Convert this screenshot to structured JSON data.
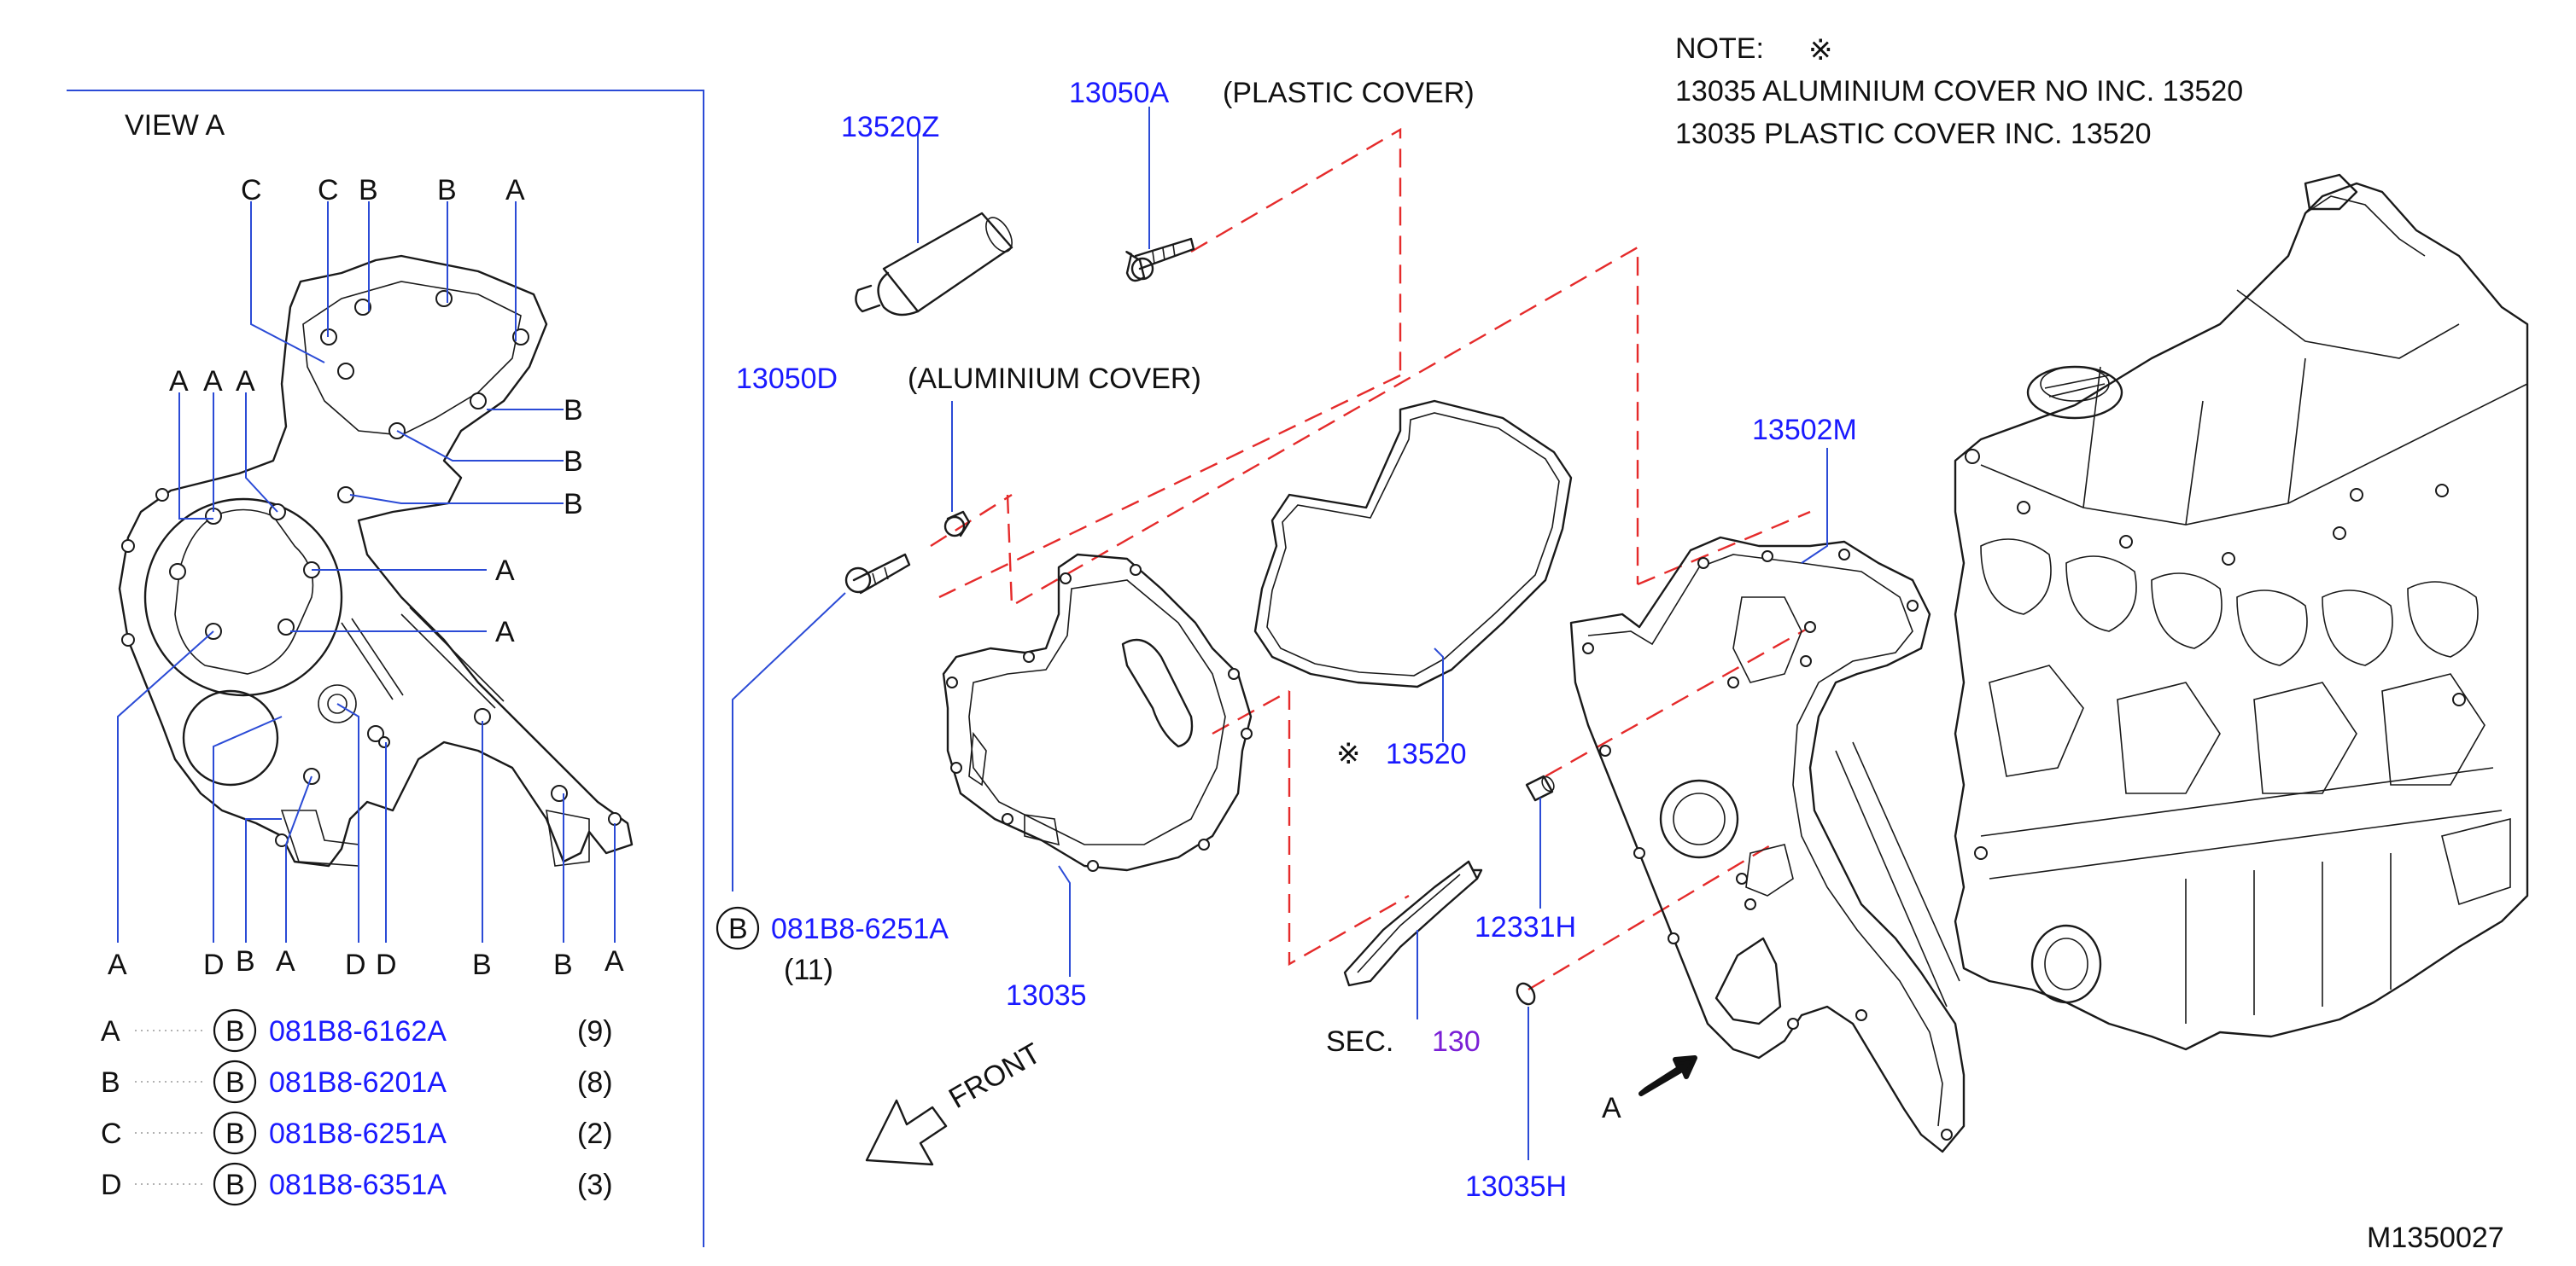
{
  "view": {
    "title": "VIEW  A",
    "letters_top": [
      "C",
      "C",
      "B",
      "B",
      "A"
    ],
    "letters_left": [
      "A",
      "A",
      "A"
    ],
    "letters_right": [
      "B",
      "B",
      "B",
      "A",
      "A"
    ],
    "letters_bottom": [
      "A",
      "D",
      "B",
      "A",
      "D",
      "D",
      "B",
      "B",
      "A"
    ]
  },
  "legend": {
    "rows": [
      {
        "letter": "A",
        "circle": "B",
        "part": "081B8-6162A",
        "qty": "(9)"
      },
      {
        "letter": "B",
        "circle": "B",
        "part": "081B8-6201A",
        "qty": "(8)"
      },
      {
        "letter": "C",
        "circle": "B",
        "part": "081B8-6251A",
        "qty": "(2)"
      },
      {
        "letter": "D",
        "circle": "B",
        "part": "081B8-6351A",
        "qty": "(3)"
      }
    ]
  },
  "note": {
    "title": "NOTE:",
    "symbol": "※",
    "line1": "13035   ALUMINIUM   COVER   NO   INC.   13520",
    "line2": "13035   PLASTIC   COVER   INC.   13520"
  },
  "parts": {
    "p13520Z": "13520Z",
    "p13050A": "13050A",
    "plastic_cover": "(PLASTIC   COVER)",
    "p13050D": "13050D",
    "aluminium_cover": "(ALUMINIUM   COVER)",
    "p13502M": "13502M",
    "p13520_symbol": "※",
    "p13520": "13520",
    "bolt_circle": "B",
    "bolt_part": "081B8-6251A",
    "bolt_qty": "(11)",
    "p13035": "13035",
    "p12331H": "12331H",
    "sec_label": "SEC.",
    "sec_num": "130",
    "p13035H": "13035H",
    "front": "FRONT",
    "view_arrow": "A"
  },
  "diagram_id": "M1350027",
  "colors": {
    "part_number": "#1a1aff",
    "section_ref": "#7a1fd6",
    "phantom_line": "#e52b2b",
    "leader": "#2b4bd6"
  }
}
